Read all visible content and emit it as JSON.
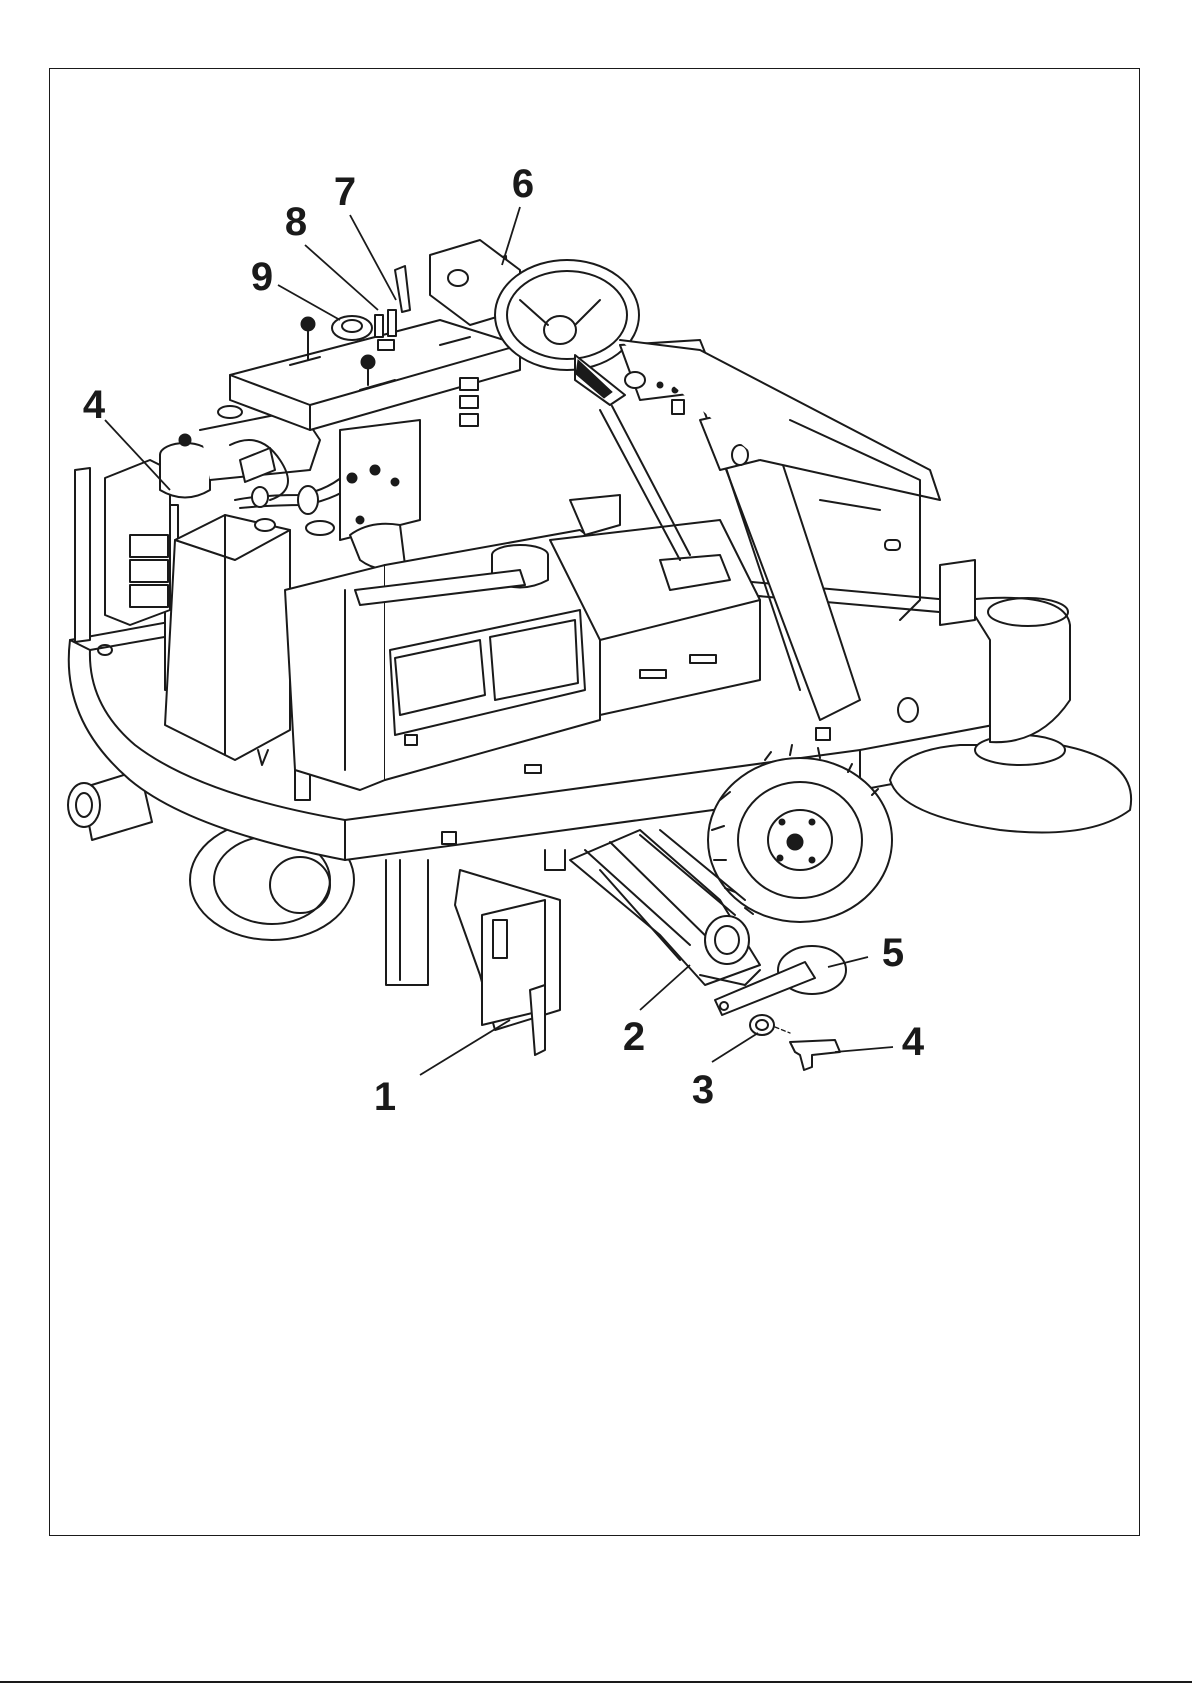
{
  "figure": {
    "callouts": [
      {
        "id": "c1",
        "label": "1"
      },
      {
        "id": "c2",
        "label": "2"
      },
      {
        "id": "c3",
        "label": "3"
      },
      {
        "id": "c4a",
        "label": "4"
      },
      {
        "id": "c4b",
        "label": "4"
      },
      {
        "id": "c5",
        "label": "5"
      },
      {
        "id": "c6",
        "label": "6"
      },
      {
        "id": "c7",
        "label": "7"
      },
      {
        "id": "c8",
        "label": "8"
      },
      {
        "id": "c9",
        "label": "9"
      }
    ]
  },
  "colors": {
    "line": "#1a1a1a",
    "background": "#ffffff"
  }
}
